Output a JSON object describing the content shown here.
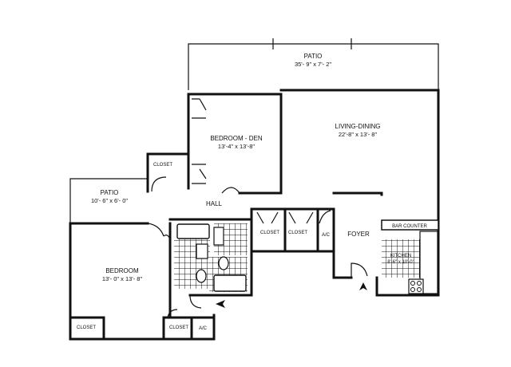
{
  "rooms": {
    "patio_top": {
      "name": "PATIO",
      "size": "35'- 9\" x 7'- 2\""
    },
    "bedroom_den": {
      "name": "BEDROOM - DEN",
      "size": "13'-4\" x 13'-8\""
    },
    "living_dining": {
      "name": "LIVING-DINING",
      "size": "22'-8\" x 13'- 8\""
    },
    "closet_hall": {
      "name": "CLOSET"
    },
    "patio_left": {
      "name": "PATIO",
      "size": "10'- 6\" x 6'- 0\""
    },
    "hall": {
      "name": "HALL"
    },
    "closet_a": {
      "name": "CLOSET"
    },
    "closet_b": {
      "name": "CLOSET"
    },
    "ac_mid": {
      "name": "A/C"
    },
    "foyer": {
      "name": "FOYER"
    },
    "bar_counter": {
      "name": "BAR COUNTER"
    },
    "kitchen": {
      "name": "KITCHEN",
      "size": "8'-6\" x 10'-0\""
    },
    "bedroom": {
      "name": "BEDROOM",
      "size": "13'- 0\" x 13'- 8\""
    },
    "closet_bed_left": {
      "name": "CLOSET"
    },
    "closet_bed_right": {
      "name": "CLOSET"
    },
    "ac_bottom": {
      "name": "A/C"
    }
  },
  "colors": {
    "wall": "#111111",
    "background": "#ffffff"
  }
}
